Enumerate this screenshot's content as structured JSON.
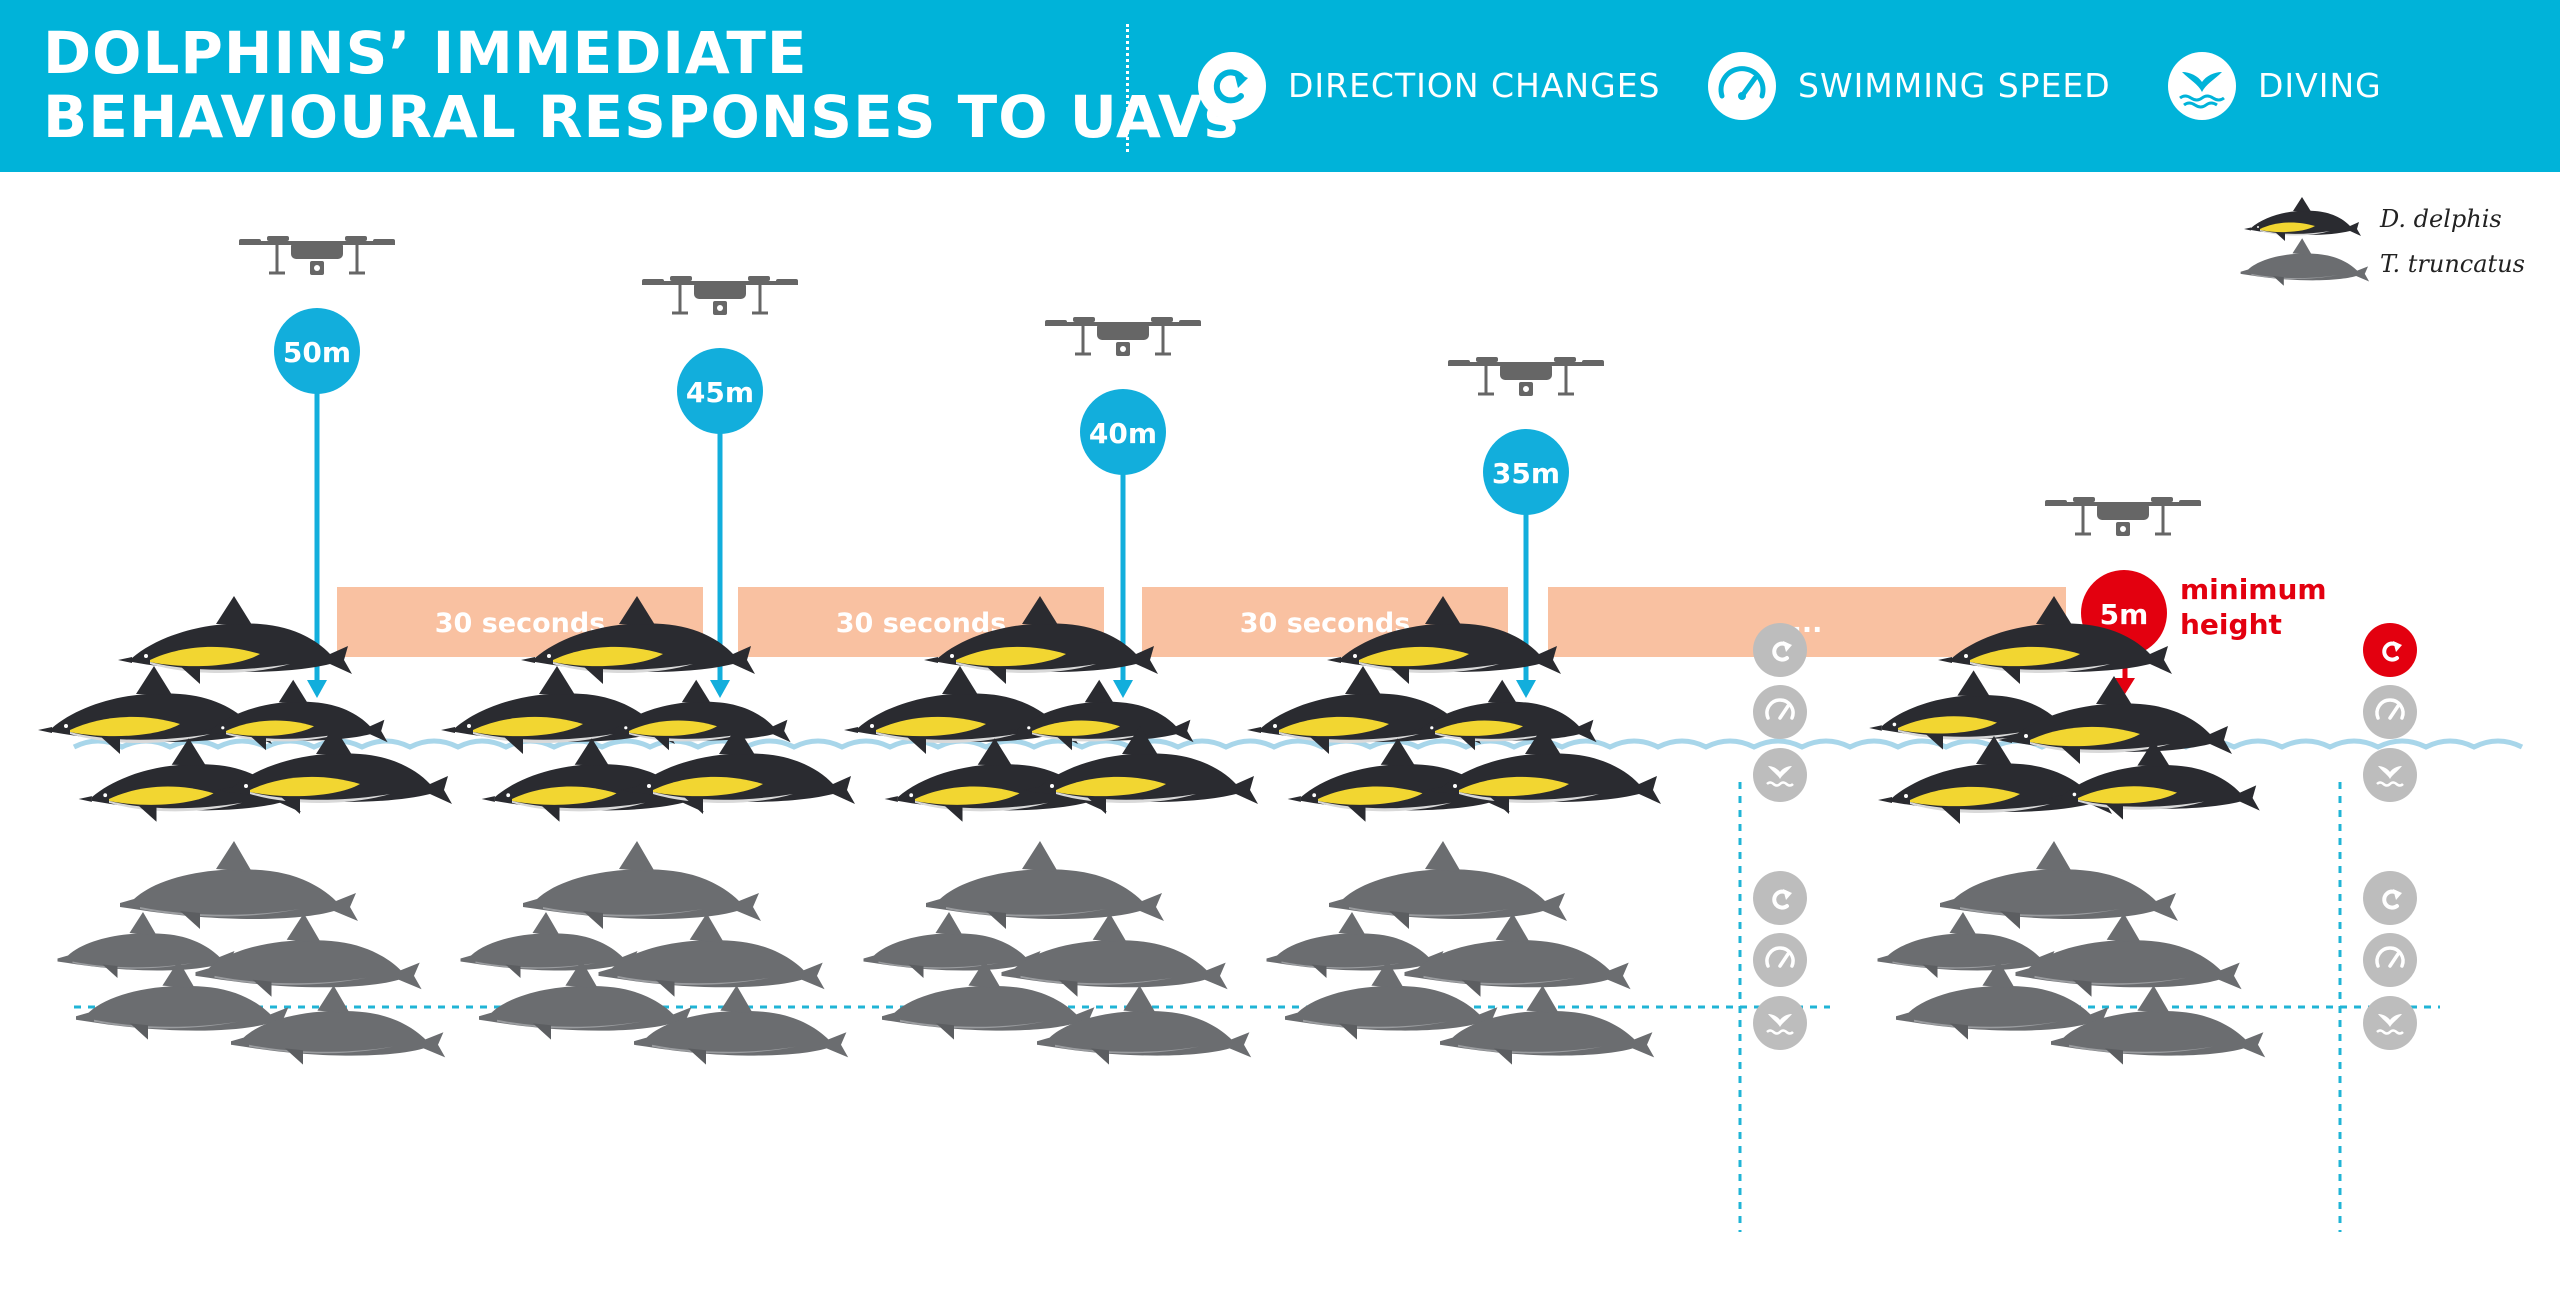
{
  "title": {
    "line1": "DOLPHINS’ IMMEDIATE",
    "line2": "BEHAVIOURAL RESPONSES TO UAVs"
  },
  "legend": [
    {
      "label": "DIRECTION CHANGES",
      "icon": "direction-change-icon"
    },
    {
      "label": "SWIMMING SPEED",
      "icon": "speedometer-icon"
    },
    {
      "label": "DIVING",
      "icon": "whale-tail-icon"
    }
  ],
  "species": [
    {
      "name": "D. delphis",
      "icon": "common-dolphin-icon"
    },
    {
      "name": "T. truncatus",
      "icon": "bottlenose-dolphin-icon"
    }
  ],
  "heights": [
    {
      "label": "50m"
    },
    {
      "label": "45m"
    },
    {
      "label": "40m"
    },
    {
      "label": "35m"
    },
    {
      "label": "5m"
    }
  ],
  "intervals": [
    "30 seconds",
    "30 seconds",
    "30 seconds",
    "..."
  ],
  "minimum_label": {
    "line1": "minimum",
    "line2": "height"
  },
  "response_indicators": {
    "rows": [
      {
        "species": "D. delphis",
        "after_35m": [
          "inactive",
          "inactive",
          "inactive"
        ],
        "at_5m": [
          "active",
          "inactive",
          "inactive"
        ]
      },
      {
        "species": "T. truncatus",
        "after_35m": [
          "inactive",
          "inactive",
          "inactive"
        ],
        "at_5m": [
          "inactive",
          "inactive",
          "inactive"
        ]
      }
    ],
    "order": [
      "direction-change",
      "swimming-speed",
      "diving"
    ]
  },
  "colors": {
    "header": "#00b3d9",
    "height_marker": "#12aedc",
    "minimum_marker": "#e3000f",
    "interval_bar": "#f9c1a1",
    "water": "#a8d6ea",
    "divider": "#20b4d6",
    "indicator_inactive": "#bdbdbd",
    "indicator_active": "#e3000f",
    "common_dolphin_back": "#2a2b30",
    "common_dolphin_flank": "#f2d631",
    "bottlenose_body": "#6b6d70"
  }
}
